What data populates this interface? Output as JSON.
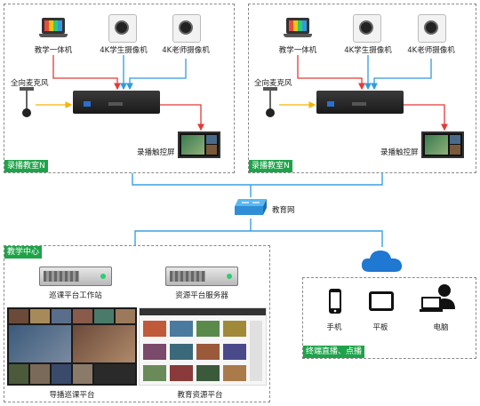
{
  "classroom_left": {
    "tag": "录播教室N",
    "devices": {
      "teaching_pc": "教学一体机",
      "student_camera": "4K学生摄像机",
      "teacher_camera": "4K老师摄像机",
      "microphone": "全向麦克风",
      "touch_screen": "录播触控屏"
    }
  },
  "classroom_right": {
    "tag": "录播教室N",
    "devices": {
      "teaching_pc": "教学一体机",
      "student_camera": "4K学生摄像机",
      "teacher_camera": "4K老师摄像机",
      "microphone": "全向麦克风",
      "touch_screen": "录播触控屏"
    }
  },
  "network": {
    "label": "教育网"
  },
  "center": {
    "tag": "教学中心",
    "workstation": "巡课平台工作站",
    "server": "资源平台服务器",
    "patrol_platform": "导播巡课平台",
    "resource_platform": "教育资源平台"
  },
  "terminals": {
    "tag": "终端直播、点播",
    "phone": "手机",
    "tablet": "平板",
    "computer": "电脑"
  },
  "colors": {
    "green_tag": "#1fa34a",
    "signal_red": "#e53935",
    "signal_blue": "#2f9be0",
    "signal_yellow": "#f5b400",
    "network_line": "#3aa0e0"
  }
}
